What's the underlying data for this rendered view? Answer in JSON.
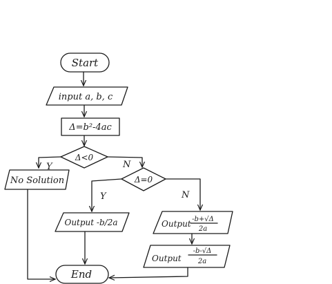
{
  "flowchart": {
    "start": {
      "label": "Start"
    },
    "input": {
      "label": "input a, b, c"
    },
    "delta_assign": {
      "label": "Δ=b²-4ac"
    },
    "decision_negative": {
      "label": "Δ<0",
      "yes": "Y",
      "no": "N"
    },
    "no_solution": {
      "label": "No Solution"
    },
    "decision_zero": {
      "label": "Δ=0",
      "yes": "Y",
      "no": "N"
    },
    "output_single": {
      "label": "Output -b/2a"
    },
    "output_root_plus": {
      "label": "Output",
      "numerator": "-b+√Δ",
      "denominator": "2a"
    },
    "output_root_minus": {
      "label": "Output",
      "numerator": "-b-√Δ",
      "denominator": "2a"
    },
    "end": {
      "label": "End"
    }
  }
}
